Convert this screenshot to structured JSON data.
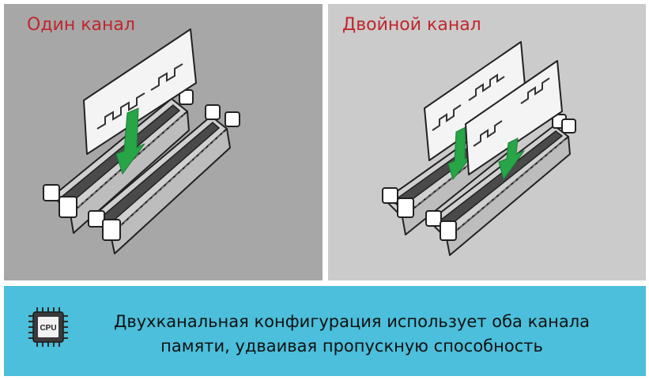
{
  "panels": {
    "single": {
      "title": "Один канал"
    },
    "dual": {
      "title": "Двойной канал"
    }
  },
  "banner": {
    "line1": "Двухканальная конфигурация использует оба канала",
    "line2": "памяти, удваивая пропускную способность",
    "cpu_label": "CPU",
    "icon": "cpu-chip-icon"
  },
  "colors": {
    "title_red": "#c0262d",
    "arrow_green": "#27a547",
    "banner_blue": "#4bbfdb",
    "panel_left_bg": "#a7a7a7",
    "panel_right_bg": "#cbcbcb"
  }
}
